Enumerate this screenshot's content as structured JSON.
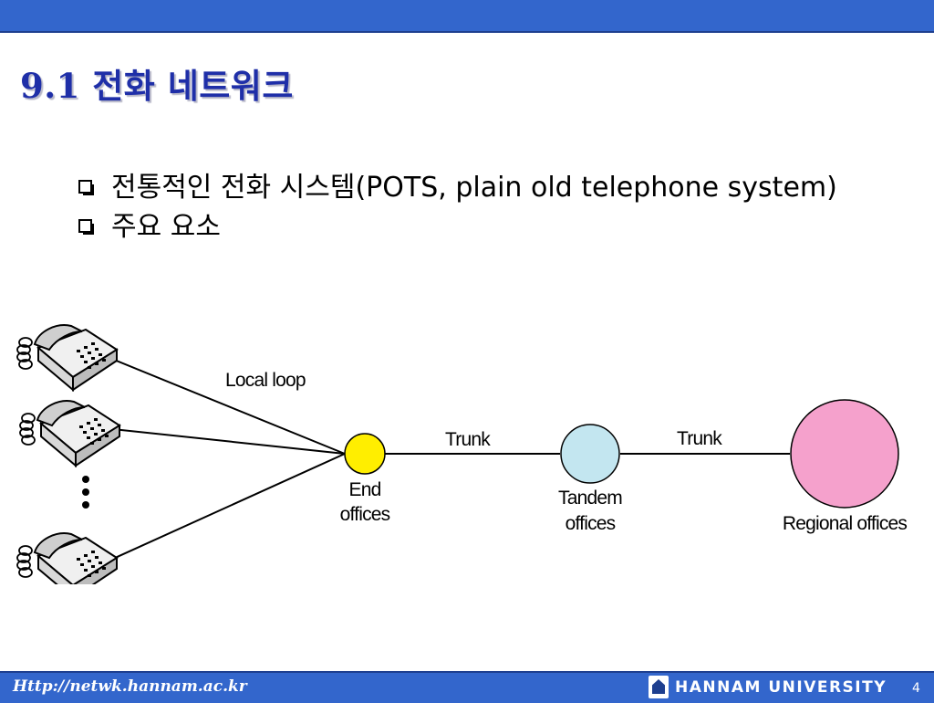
{
  "title": "9.1 전화 네트워크",
  "bullets": [
    "전통적인 전화 시스템(POTS, plain old telephone system)",
    "주요 요소"
  ],
  "diagram": {
    "local_loop": "Local loop",
    "trunk_left": "Trunk",
    "trunk_right": "Trunk",
    "end_offices_line1": "End",
    "end_offices_line2": "offices",
    "tandem_line1": "Tandem",
    "tandem_line2": "offices",
    "regional": "Regional offices",
    "colors": {
      "end_office": "#ffee00",
      "tandem_office": "#c3e6f0",
      "regional_office": "#f5a1cc"
    },
    "icons": [
      "telephone-icon",
      "telephone-icon",
      "telephone-icon",
      "vertical-ellipsis-icon"
    ]
  },
  "footer": {
    "url": "Http://netwk.hannam.ac.kr",
    "university": "HANNAM UNIVERSITY",
    "page": "4"
  }
}
